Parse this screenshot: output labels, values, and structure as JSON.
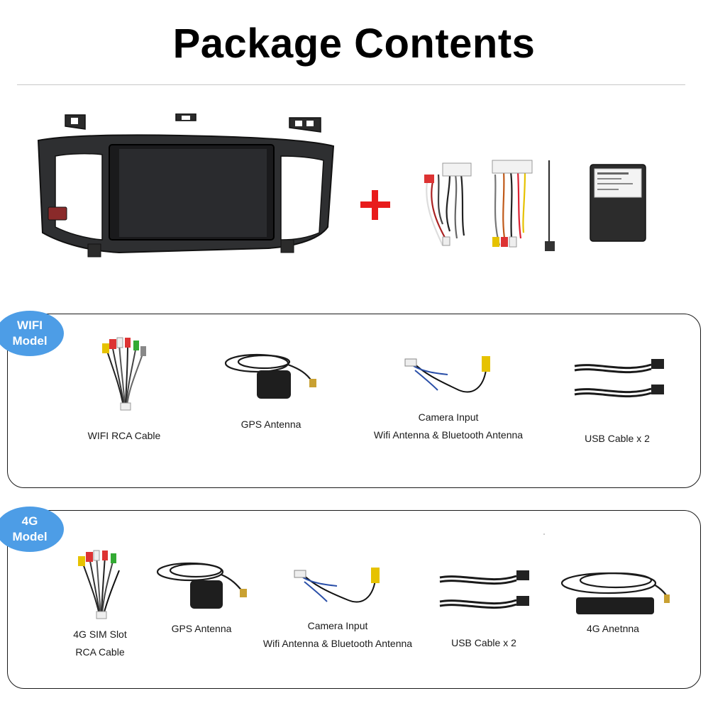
{
  "header": {
    "title": "Package Contents"
  },
  "wifi_model": {
    "badge_line1": "WIFI",
    "badge_line2": "Model",
    "items": [
      {
        "lines": [
          "WIFI RCA Cable"
        ]
      },
      {
        "lines": [
          "GPS Antenna"
        ]
      },
      {
        "lines": [
          "Camera Input",
          "Wifi Antenna & Bluetooth Antenna"
        ]
      },
      {
        "lines": [
          "USB Cable x 2"
        ]
      }
    ]
  },
  "g4_model": {
    "badge_line1": "4G",
    "badge_line2": "Model",
    "items": [
      {
        "lines": [
          "4G SIM Slot",
          "RCA Cable"
        ]
      },
      {
        "lines": [
          "GPS Antenna"
        ]
      },
      {
        "lines": [
          "Camera Input",
          "Wifi Antenna & Bluetooth Antenna"
        ]
      },
      {
        "lines": [
          "USB Cable x 2"
        ]
      },
      {
        "lines": [
          "4G Anetnna"
        ]
      }
    ]
  },
  "colors": {
    "badge": "#4d9de6",
    "plus": "#e81b1b",
    "border": "#1a1a1a"
  }
}
